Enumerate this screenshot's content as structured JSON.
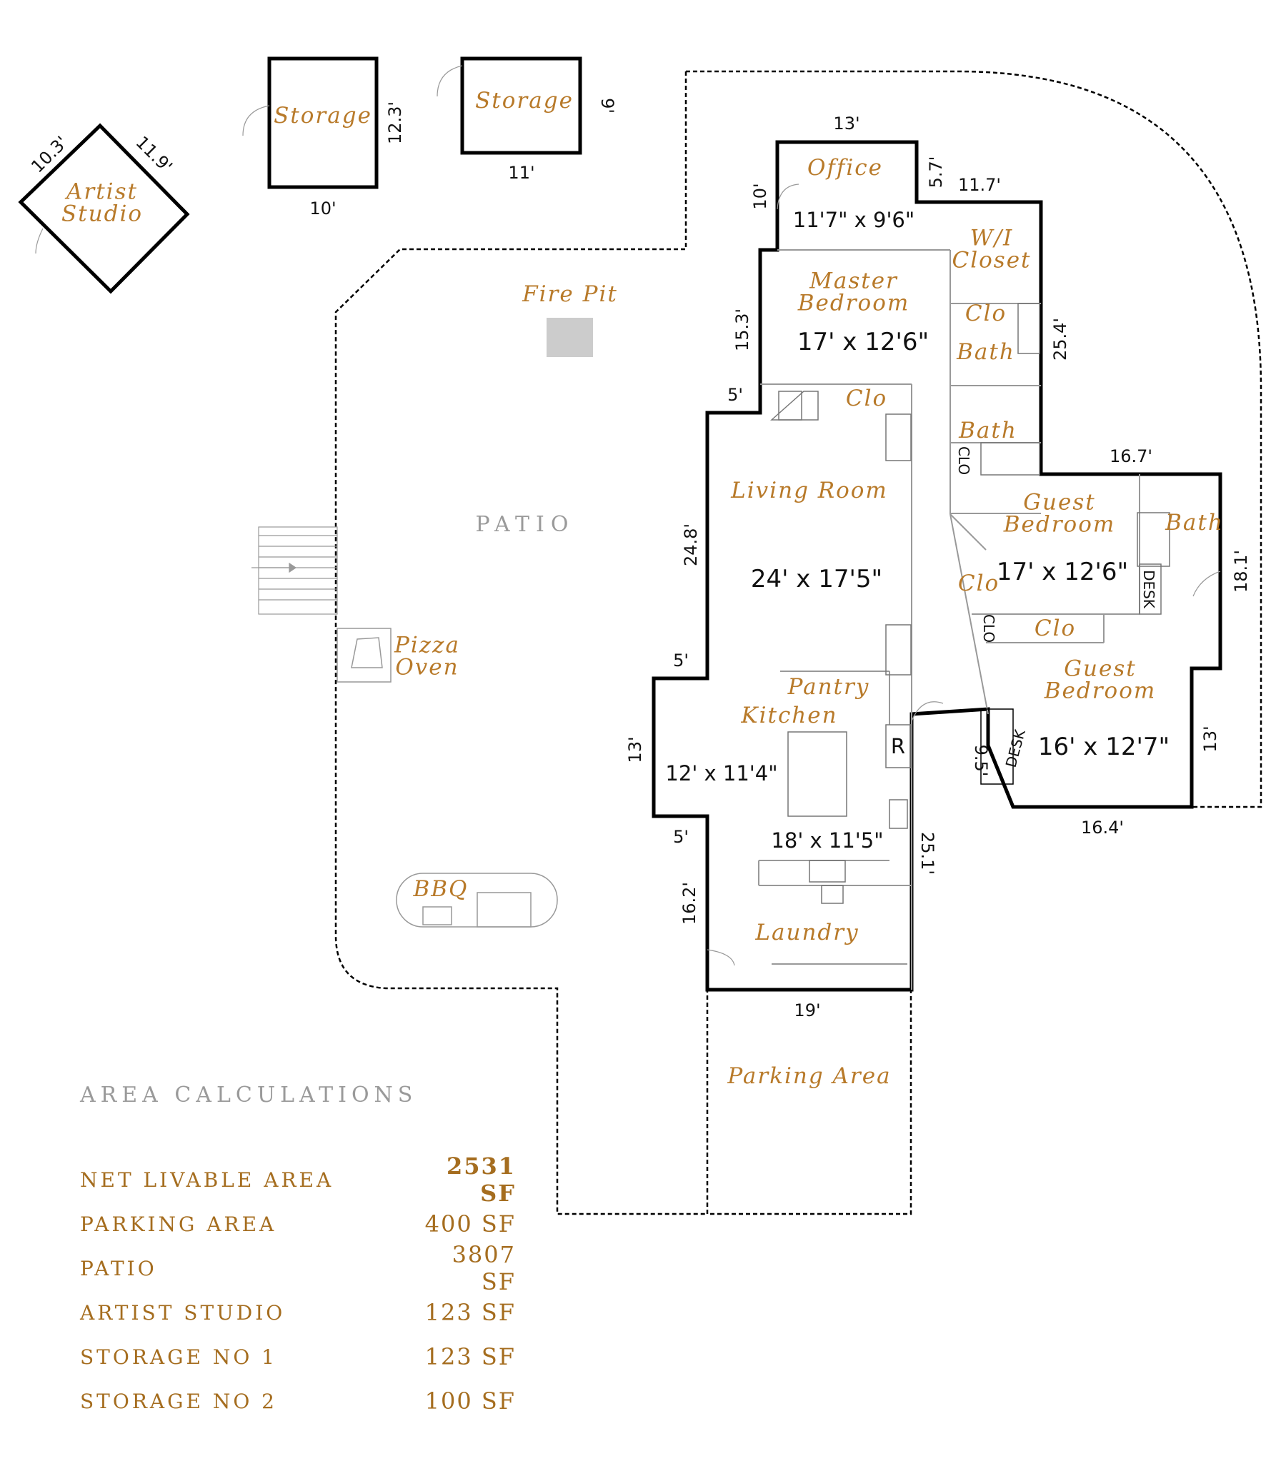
{
  "rooms": {
    "artist_studio": "Artist Studio",
    "storage_1": "Storage",
    "storage_2": "Storage",
    "fire_pit": "Fire Pit",
    "patio": "PATIO",
    "pizza_oven": "Pizza Oven",
    "bbq": "BBQ",
    "office": "Office",
    "office_size": "11'7\" x 9'6\"",
    "wi_closet": "W/I Closet",
    "master_bedroom": "Master Bedroom",
    "master_size": "17' x 12'6\"",
    "clo_1": "Clo",
    "bath_1": "Bath",
    "clo_2": "Clo",
    "bath_2": "Bath",
    "clo_3": "CLO",
    "living_room": "Living Room",
    "living_size": "24' x 17'5\"",
    "guest_bedroom_1": "Guest Bedroom",
    "guest_1_size": "17' x 12'6\"",
    "bath_3": "Bath",
    "desk_1": "DESK",
    "clo_4": "Clo",
    "clo_5": "CLO",
    "clo_6": "Clo",
    "guest_bedroom_2": "Guest Bedroom",
    "guest_2_size": "16' x 12'7\"",
    "desk_2": "DESK",
    "pantry": "Pantry",
    "kitchen": "Kitchen",
    "kitchen_size_1": "12' x 11'4\"",
    "kitchen_size_2": "18' x 11'5\"",
    "fridge": "R",
    "laundry": "Laundry",
    "parking_area": "Parking Area"
  },
  "dimensions": {
    "studio_a": "10.3'",
    "studio_b": "11.9'",
    "storage1_w": "10'",
    "storage1_h": "12.3'",
    "storage2_w": "11'",
    "storage2_h": "9'",
    "office_top": "13'",
    "office_left": "10'",
    "office_step": "5.7'",
    "closet_top": "11.7'",
    "master_left": "15.3'",
    "bath_right": "25.4'",
    "living_step": "5'",
    "living_left": "24.8'",
    "guest_top": "16.7'",
    "guest_right": "18.1'",
    "kitchen_step_1": "5'",
    "kitchen_left": "13'",
    "kitchen_step_2": "5'",
    "laundry_left": "16.2'",
    "kitchen_right": "25.1'",
    "desk_wall": "9.5'",
    "guest2_right": "13'",
    "guest2_bottom": "16.4'",
    "laundry_bottom": "19'"
  },
  "area_calculations": {
    "heading": "AREA CALCULATIONS",
    "rows": [
      {
        "label": "NET LIVABLE AREA",
        "value": "2531 SF"
      },
      {
        "label": "PARKING AREA",
        "value": "400 SF"
      },
      {
        "label": "PATIO",
        "value": "3807 SF"
      },
      {
        "label": "ARTIST STUDIO",
        "value": "123 SF"
      },
      {
        "label": "STORAGE NO 1",
        "value": "123 SF"
      },
      {
        "label": "STORAGE NO 2",
        "value": "100 SF"
      }
    ]
  }
}
